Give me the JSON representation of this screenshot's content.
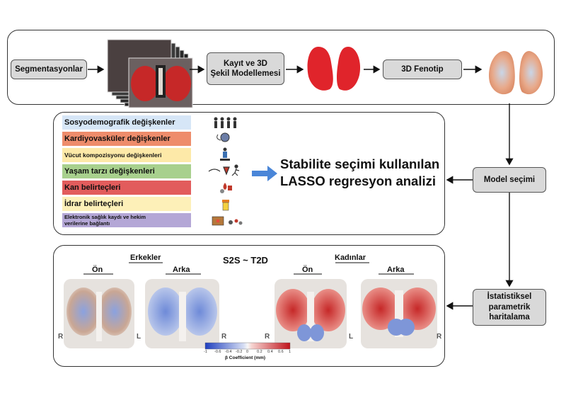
{
  "top_row": {
    "segmentation": "Segmentasyonlar",
    "registration_line1": "Kayıt ve 3D",
    "registration_line2": "Şekil Modellemesi",
    "phenotype": "3D Fenotip"
  },
  "variables": [
    {
      "label": "Sosyodemografik değişkenler",
      "color": "#d6e6f7",
      "icon": "people-icon"
    },
    {
      "label": "Kardiyovasküler değişkenler",
      "color": "#ee8c6b",
      "icon": "blood-pressure-icon"
    },
    {
      "label": "Vücut kompozisyonu değişkenleri",
      "color": "#fde9a8",
      "icon": "body-scale-icon"
    },
    {
      "label": "Yaşam tarzı değişkenleri",
      "color": "#a8d08d",
      "icon": "lifestyle-icon"
    },
    {
      "label": "Kan belirteçleri",
      "color": "#e25c5c",
      "icon": "blood-drop-icon"
    },
    {
      "label": "İdrar belirteçleri",
      "color": "#fdf0b8",
      "icon": "urine-cup-icon"
    },
    {
      "label_line1": "Elektronik sağlık kaydı ve hekim",
      "label_line2": "verilerine bağlantı",
      "color": "#b4a7d6",
      "icon": "medical-record-icon"
    }
  ],
  "lasso": {
    "line1": "Stabilite seçimi kullanılan",
    "line2": "LASSO regresyon analizi"
  },
  "model_selection": "Model seçimi",
  "spm": {
    "line1": "İstatistiksel",
    "line2": "parametrik",
    "line3": "haritalama"
  },
  "maps": {
    "title": "S2S ~ T2D",
    "men": "Erkekler",
    "women": "Kadınlar",
    "front": "Ön",
    "back": "Arka",
    "r": "R",
    "l": "L"
  },
  "colorbar": {
    "ticks": [
      "-1",
      "-0.6",
      "-0.4",
      "-0.2",
      "0",
      "0.2",
      "0.4",
      "0.6",
      "1"
    ],
    "label": "β Coefficient (mm)",
    "low_color": "#1f3fbf",
    "high_color": "#c0131b"
  }
}
